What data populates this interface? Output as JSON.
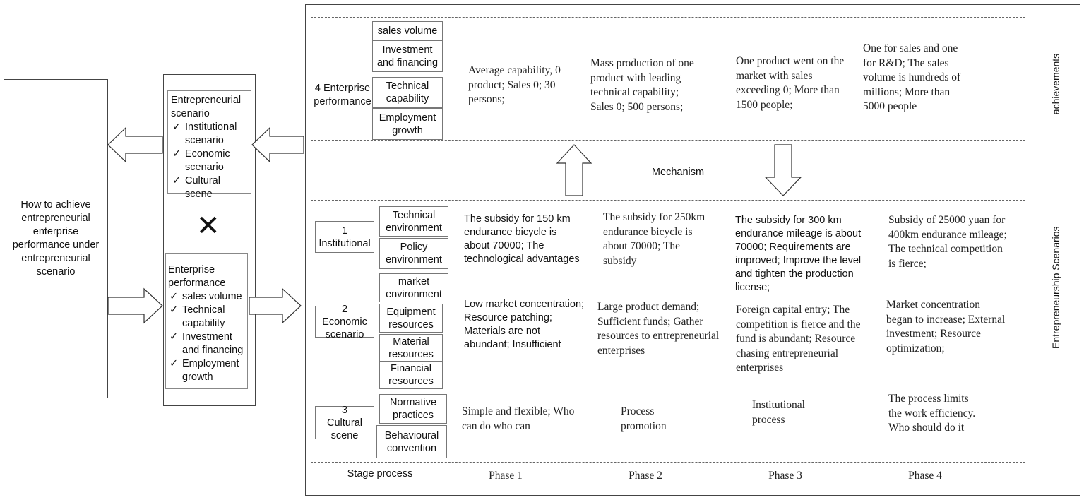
{
  "left_box": {
    "text": "How to achieve entrepreneurial enterprise performance under entrepreneurial scenario"
  },
  "scenario_box": {
    "title": "Entrepreneurial scenario",
    "items": [
      "Institutional scenario",
      "Economic scenario",
      "Cultural scene"
    ]
  },
  "performance_box": {
    "title": "Enterprise performance",
    "items": [
      "sales volume",
      "Technical capability",
      "Investment and financing",
      "Employment growth"
    ]
  },
  "check_glyph": "✓",
  "cross_glyph": "✕",
  "achievements": {
    "side_label": "achievements",
    "category": "4 Enterprise performance",
    "indicators": [
      "sales volume",
      "Investment and financing",
      "Technical capability",
      "Employment growth"
    ],
    "phases": [
      "Average capability, 0 product; Sales 0; 30 persons;",
      "Mass production of one product with leading technical capability; Sales 0; 500 persons;",
      "One product went on the market with sales exceeding 0; More than 1500 people;",
      "One for sales and one for R&D; The sales volume is hundreds of millions; More than 5000 people"
    ]
  },
  "mechanism_label": "Mechanism",
  "scenarios": {
    "side_label": "Entrepreneurship Scenarios",
    "categories": [
      "1 Institutional",
      "2 Economic scenario",
      "3 Cultural scene"
    ],
    "institutional_indicators": [
      "Technical environment",
      "Policy environment"
    ],
    "economic_indicators": [
      "market environment",
      "Equipment resources",
      "Material resources",
      "Financial resources"
    ],
    "cultural_indicators": [
      "Normative practices",
      "Behavioural convention"
    ],
    "institutional_phases": [
      "The subsidy for 150 km endurance bicycle is about 70000; The technological advantages",
      "The subsidy for 250km endurance bicycle is about 70000; The subsidy",
      "The subsidy for 300 km endurance mileage is about 70000; Requirements are improved; Improve the level and tighten the production license;",
      "Subsidy of 25000 yuan for 400km endurance mileage; The technical competition is fierce;"
    ],
    "economic_phases": [
      "Low market concentration; Resource patching; Materials are not abundant; Insufficient",
      "Large product demand; Sufficient funds; Gather resources to entrepreneurial enterprises",
      "Foreign capital entry; The competition is fierce and the fund is abundant; Resource chasing entrepreneurial enterprises",
      "Market concentration began to increase; External investment; Resource optimization;"
    ],
    "cultural_phases": [
      "Simple and flexible; Who can do who can",
      "Process promotion",
      "Institutional process",
      "The process limits the work efficiency. Who should do it"
    ]
  },
  "stage_label": "Stage process",
  "phase_labels": [
    "Phase 1",
    "Phase 2",
    "Phase 3",
    "Phase 4"
  ]
}
